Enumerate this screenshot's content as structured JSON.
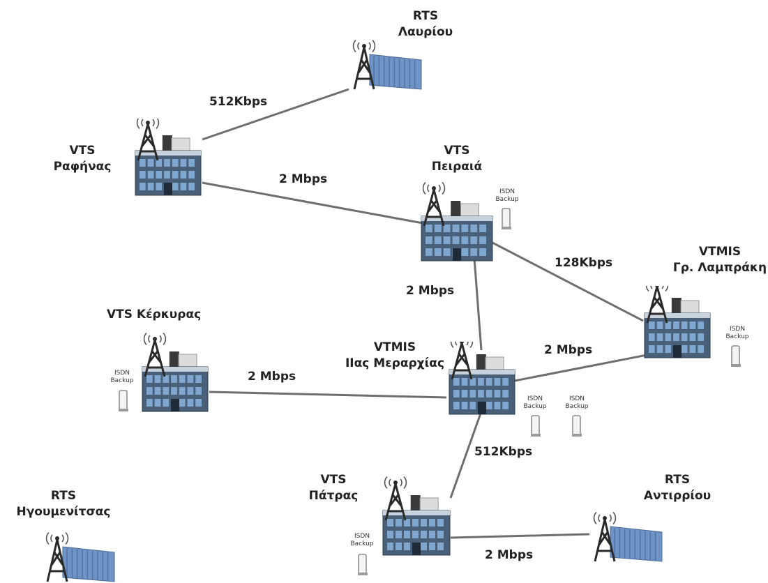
{
  "sites": {
    "rts_lavriou": [
      "RTS",
      "Λαυρίου"
    ],
    "vts_rafinas": [
      "VTS",
      "Ραφήνας"
    ],
    "vts_peiraia": [
      "VTS",
      "Πειραιά"
    ],
    "vtmis_lamprakis": [
      "VTMIS",
      "Γρ. Λαμπράκη"
    ],
    "vts_kerkyras": [
      "VTS Κέρκυρας"
    ],
    "vtmis_merarchias": [
      "VTMIS",
      "ΙΙας Μεραρχίας"
    ],
    "vts_patras": [
      "VTS",
      "Πάτρας"
    ],
    "rts_antirriou": [
      "RTS",
      "Αντιρρίου"
    ],
    "rts_igoumenitsas": [
      "RTS",
      "Ηγουμενίτσας"
    ]
  },
  "links": {
    "rafinas_lavriou": "512Kbps",
    "rafinas_peiraia": "2 Mbps",
    "peiraia_lamprakis": "128Kbps",
    "peiraia_merarchias": "2 Mbps",
    "merarchias_lamprakis": "2 Mbps",
    "kerkyras_merarchias": "2 Mbps",
    "merarchias_patras": "512Kbps",
    "patras_antirriou": "2 Mbps"
  },
  "isdn": [
    "ISDN",
    "Backup"
  ],
  "colors": {
    "link": "#6e6e6e",
    "building_dark": "#4a6078",
    "window": "#7fa7cf",
    "container": "#6f93c4",
    "tower": "#2a2a2a"
  },
  "icons": {
    "building": "building-with-antenna-icon",
    "container": "container-with-antenna-icon",
    "isdn": "isdn-device-icon"
  }
}
